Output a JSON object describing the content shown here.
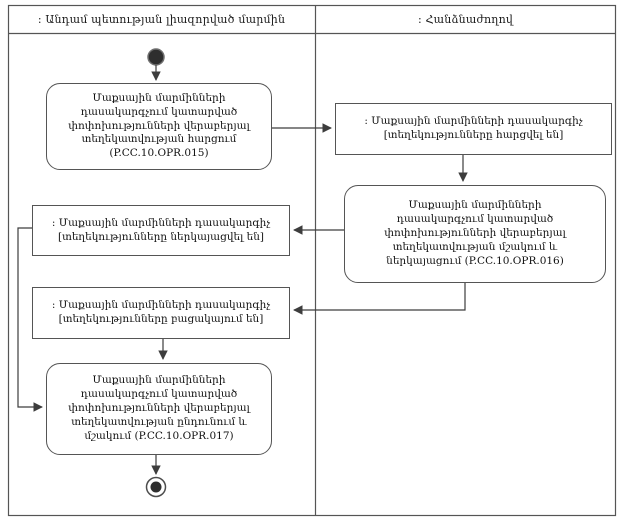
{
  "diagram": {
    "lanes": {
      "left": {
        "title": ": Անդամ պետության լիազորված մարմին"
      },
      "right": {
        "title": ": Հանձնաժողով"
      }
    },
    "nodes": {
      "action_015": {
        "type": "action",
        "label": "Մաքսային մարմինների\nդասակարգչում կատարված\nփոփոխությունների վերաբերյալ\nտեղեկատվության հարցում\n(P.CC.10.OPR.015)"
      },
      "object_requested": {
        "type": "object",
        "label": ": Մաքսային մարմինների դասակարգիչ\n[տեղեկությունները հարցվել են]"
      },
      "action_016": {
        "type": "action",
        "label": "Մաքսային մարմինների\nդասակարգչում կատարված\nփոփոխությունների վերաբերյալ\nտեղեկատվության մշակում և\nներկայացում (P.CC.10.OPR.016)"
      },
      "object_presented": {
        "type": "object",
        "label": ": Մաքսային մարմինների դասակարգիչ\n[տեղեկությունները ներկայացվել են]"
      },
      "object_missing": {
        "type": "object",
        "label": ": Մաքսային մարմինների դասակարգիչ\n[տեղեկությունները բացակայում են]"
      },
      "action_017": {
        "type": "action",
        "label": "Մաքսային մարմինների\nդասակարգչում կատարված\nփոփոխությունների վերաբերյալ\nտեղեկատվության ընդունում և\nմշակում (P.CC.10.OPR.017)"
      }
    },
    "colors": {
      "line": "#555555",
      "text": "#111111",
      "background": "#ffffff"
    }
  }
}
